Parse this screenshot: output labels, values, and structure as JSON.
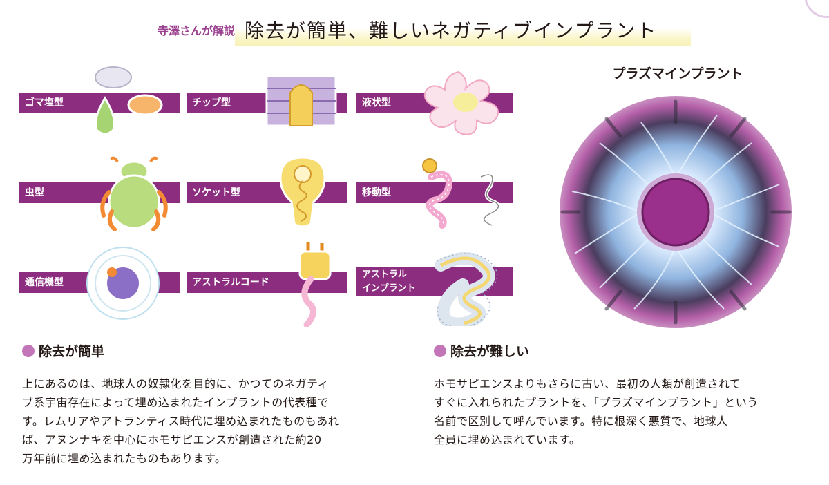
{
  "header": {
    "subtitle": "寺澤さんが解説",
    "title": "除去が簡単、難しいネガティブインプラント"
  },
  "types": [
    {
      "label": "ゴマ塩型",
      "icon": "sesame-seed-icon"
    },
    {
      "label": "チップ型",
      "icon": "chip-icon"
    },
    {
      "label": "液状型",
      "icon": "liquid-splash-icon"
    },
    {
      "label": "虫型",
      "icon": "bug-icon"
    },
    {
      "label": "ソケット型",
      "icon": "light-bulb-icon"
    },
    {
      "label": "移動型",
      "icon": "worm-icon"
    },
    {
      "label": "通信機型",
      "icon": "orbit-icon"
    },
    {
      "label": "アストラルコード",
      "icon": "plug-cord-icon"
    },
    {
      "label": "アストラル\nインプラント",
      "label_line1": "アストラル",
      "label_line2": "インプラント",
      "icon": "astral-ribbon-icon"
    }
  ],
  "plasma": {
    "title": "プラズマインプラント",
    "colors": {
      "core": "#9b2f8c",
      "ring": "#c27bb9",
      "glow": "#cfe4ff"
    }
  },
  "sections": {
    "easy": {
      "heading": "除去が簡単",
      "lines": [
        "上にあるのは、地球人の奴隷化を目的に、かつてのネガティ",
        "ブ系宇宙存在によって埋め込まれたインプラントの代表種で",
        "す。レムリアやアトランティス時代に埋め込まれたものもあれ",
        "ば、アヌンナキを中心にホモサピエンスが創造された約20",
        "万年前に埋め込まれたものもあります。"
      ]
    },
    "hard": {
      "heading": "除去が難しい",
      "lines": [
        "ホモサピエンスよりもさらに古い、最初の人類が創造されて",
        "すぐに入れられたプラントを、「プラズマインプラント」という",
        "名前で区別して呼んでいます。特に根深く悪質で、地球人",
        "全員に埋め込まれています。"
      ]
    }
  },
  "colors": {
    "band": "#8c2d7f",
    "accent": "#9b3f8f",
    "dot": "#c276b8",
    "highlight": "#fbf6c9"
  }
}
